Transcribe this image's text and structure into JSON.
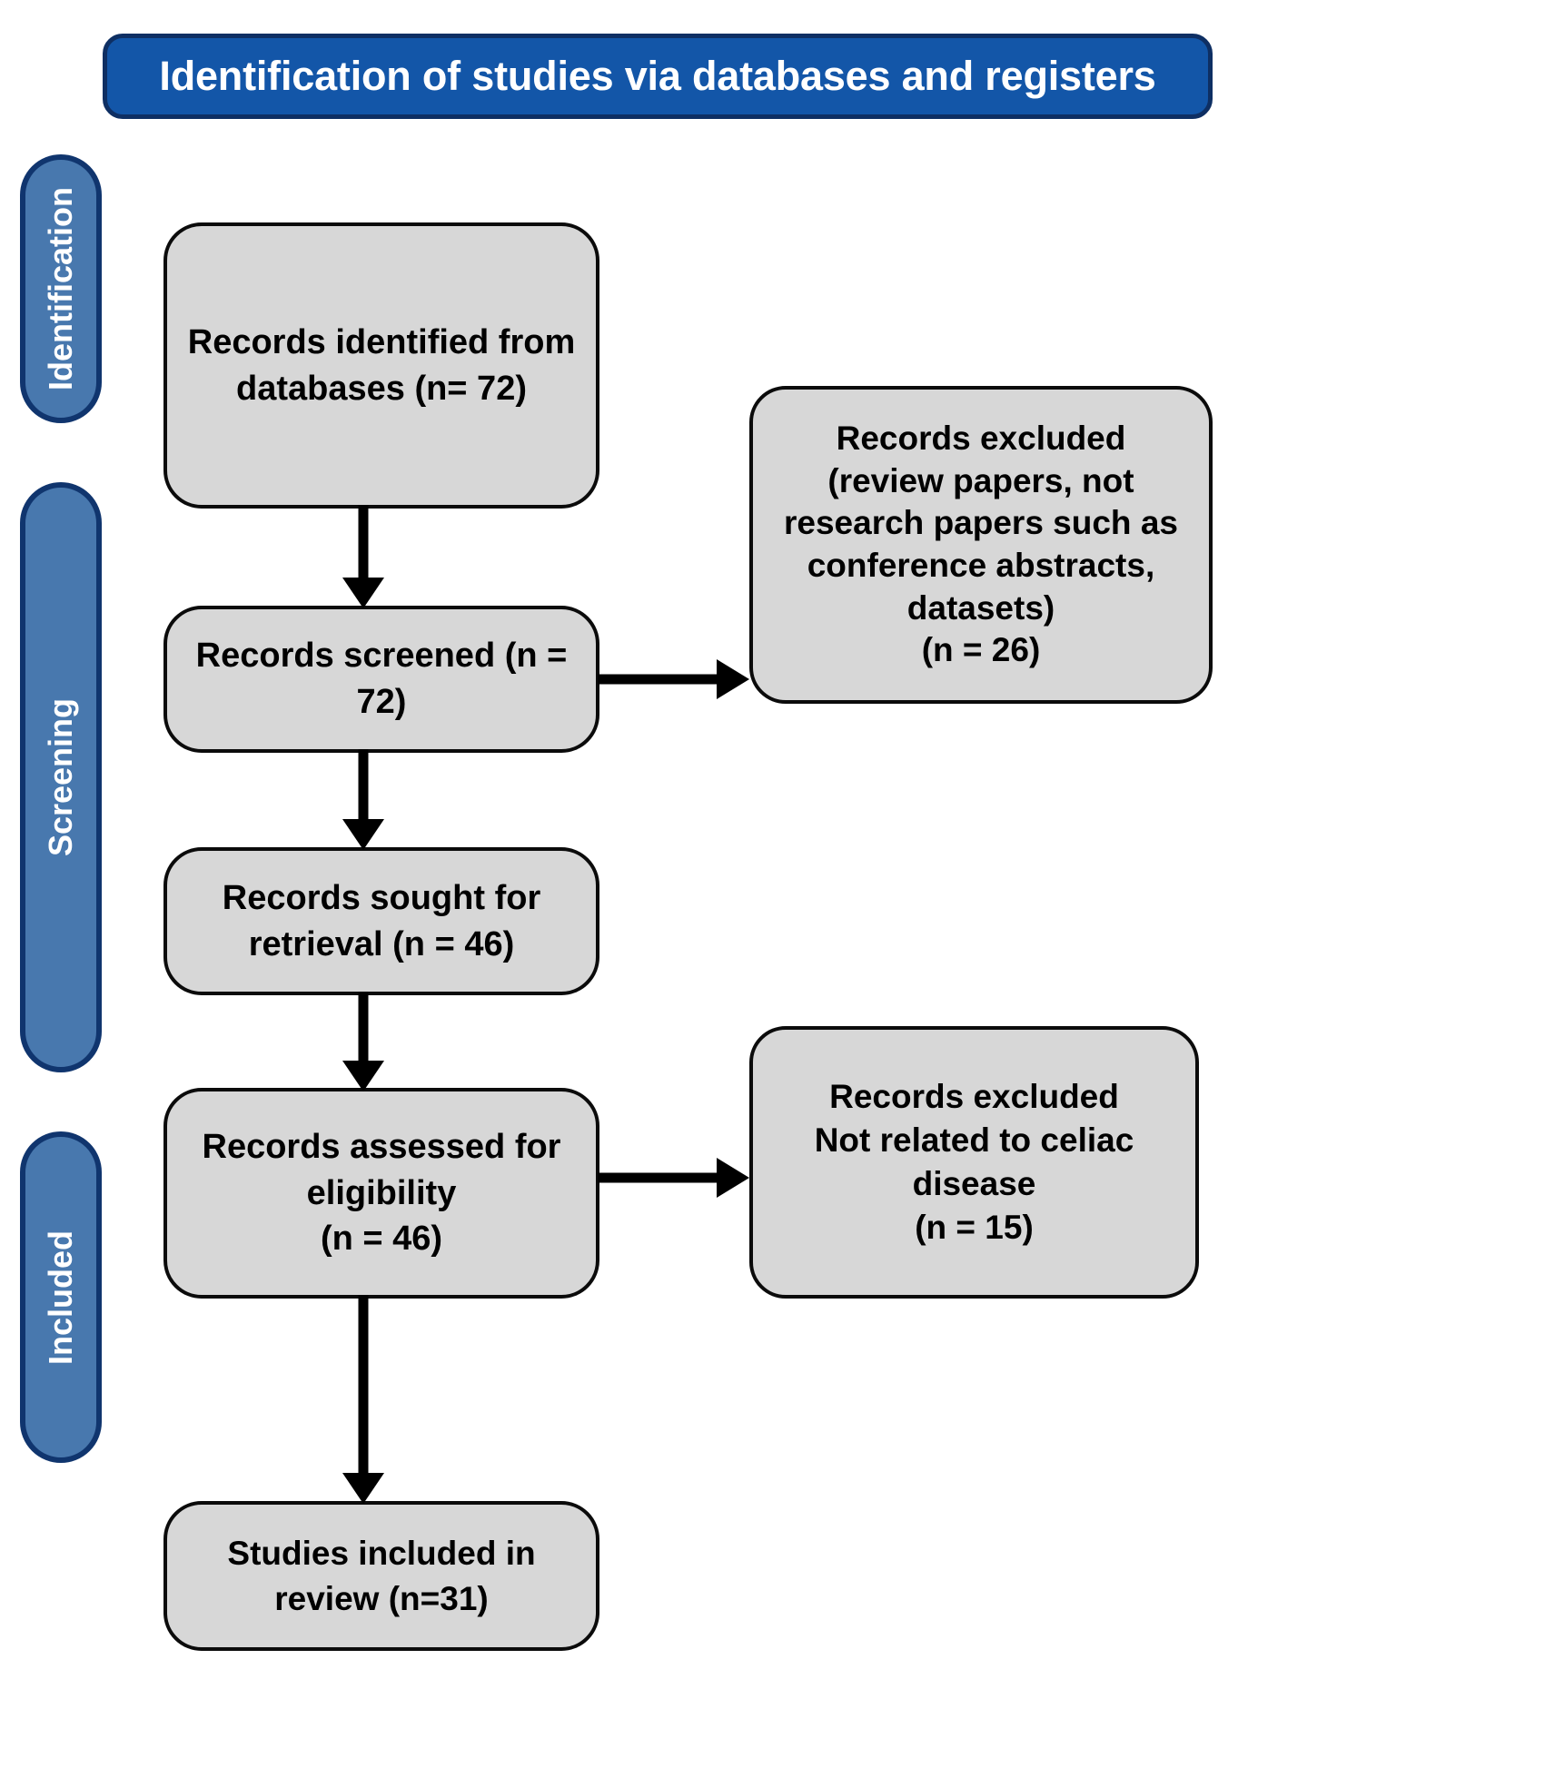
{
  "banner": {
    "title": "Identification of studies via databases and registers",
    "bg_color": "#1356A8",
    "border_color": "#0E2F63",
    "text_color": "#FFFFFF"
  },
  "stages": [
    {
      "id": "identification",
      "label": "Identification",
      "bg_color": "#4878AE",
      "border_color": "#10356E"
    },
    {
      "id": "screening",
      "label": "Screening",
      "bg_color": "#4878AE",
      "border_color": "#10356E"
    },
    {
      "id": "included",
      "label": "Included",
      "bg_color": "#4878AE",
      "border_color": "#10356E"
    }
  ],
  "boxes": {
    "identified": {
      "text": "Records identified from\ndatabases (n= 72)",
      "n": 72
    },
    "screened": {
      "text": "Records screened (n = 72)",
      "n": 72
    },
    "sought": {
      "text": "Records sought for\nretrieval (n = 46)",
      "n": 46
    },
    "assessed": {
      "text": "Records assessed for\neligibility\n(n = 46)",
      "n": 46
    },
    "included": {
      "text": "Studies included in\nreview (n=31)",
      "n": 31
    },
    "excluded_1": {
      "text": "Records excluded\n(review papers, not\nresearch papers such as\nconference abstracts,\ndatasets)\n(n = 26)",
      "n": 26
    },
    "excluded_2": {
      "text": "Records excluded\nNot related to celiac\ndisease\n(n = 15)",
      "n": 15
    }
  },
  "box_style": {
    "fill": "#D7D7D7",
    "border": "#0B0B0B",
    "text_color": "#000000"
  },
  "arrows": [
    {
      "id": "identified-to-screened",
      "from": "identified",
      "to": "screened",
      "direction": "down"
    },
    {
      "id": "screened-to-excluded-1",
      "from": "screened",
      "to": "excluded_1",
      "direction": "right"
    },
    {
      "id": "screened-to-sought",
      "from": "screened",
      "to": "sought",
      "direction": "down"
    },
    {
      "id": "sought-to-assessed",
      "from": "sought",
      "to": "assessed",
      "direction": "down"
    },
    {
      "id": "assessed-to-excluded-2",
      "from": "assessed",
      "to": "excluded_2",
      "direction": "right"
    },
    {
      "id": "assessed-to-included",
      "from": "assessed",
      "to": "included",
      "direction": "down"
    }
  ]
}
